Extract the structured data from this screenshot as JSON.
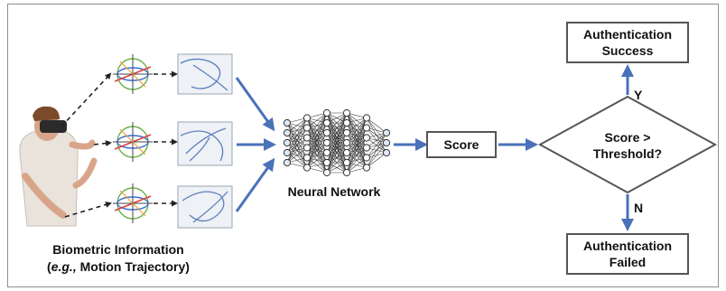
{
  "input_caption": {
    "line1": "Biometric Information",
    "line2_italic": "e.g.,",
    "line2_rest": " Motion Trajectory)",
    "line2_open": "("
  },
  "network_label": "Neural Network",
  "score_label": "Score",
  "decision_label": {
    "line1": "Score >",
    "line2": "Threshold?"
  },
  "yes_label": "Y",
  "no_label": "N",
  "success_box": {
    "line1": "Authentication",
    "line2": "Success"
  },
  "failed_box": {
    "line1": "Authentication",
    "line2": "Failed"
  },
  "colors": {
    "arrow": "#4a72b8",
    "border": "#555555",
    "frame": "#8f8f8f"
  }
}
